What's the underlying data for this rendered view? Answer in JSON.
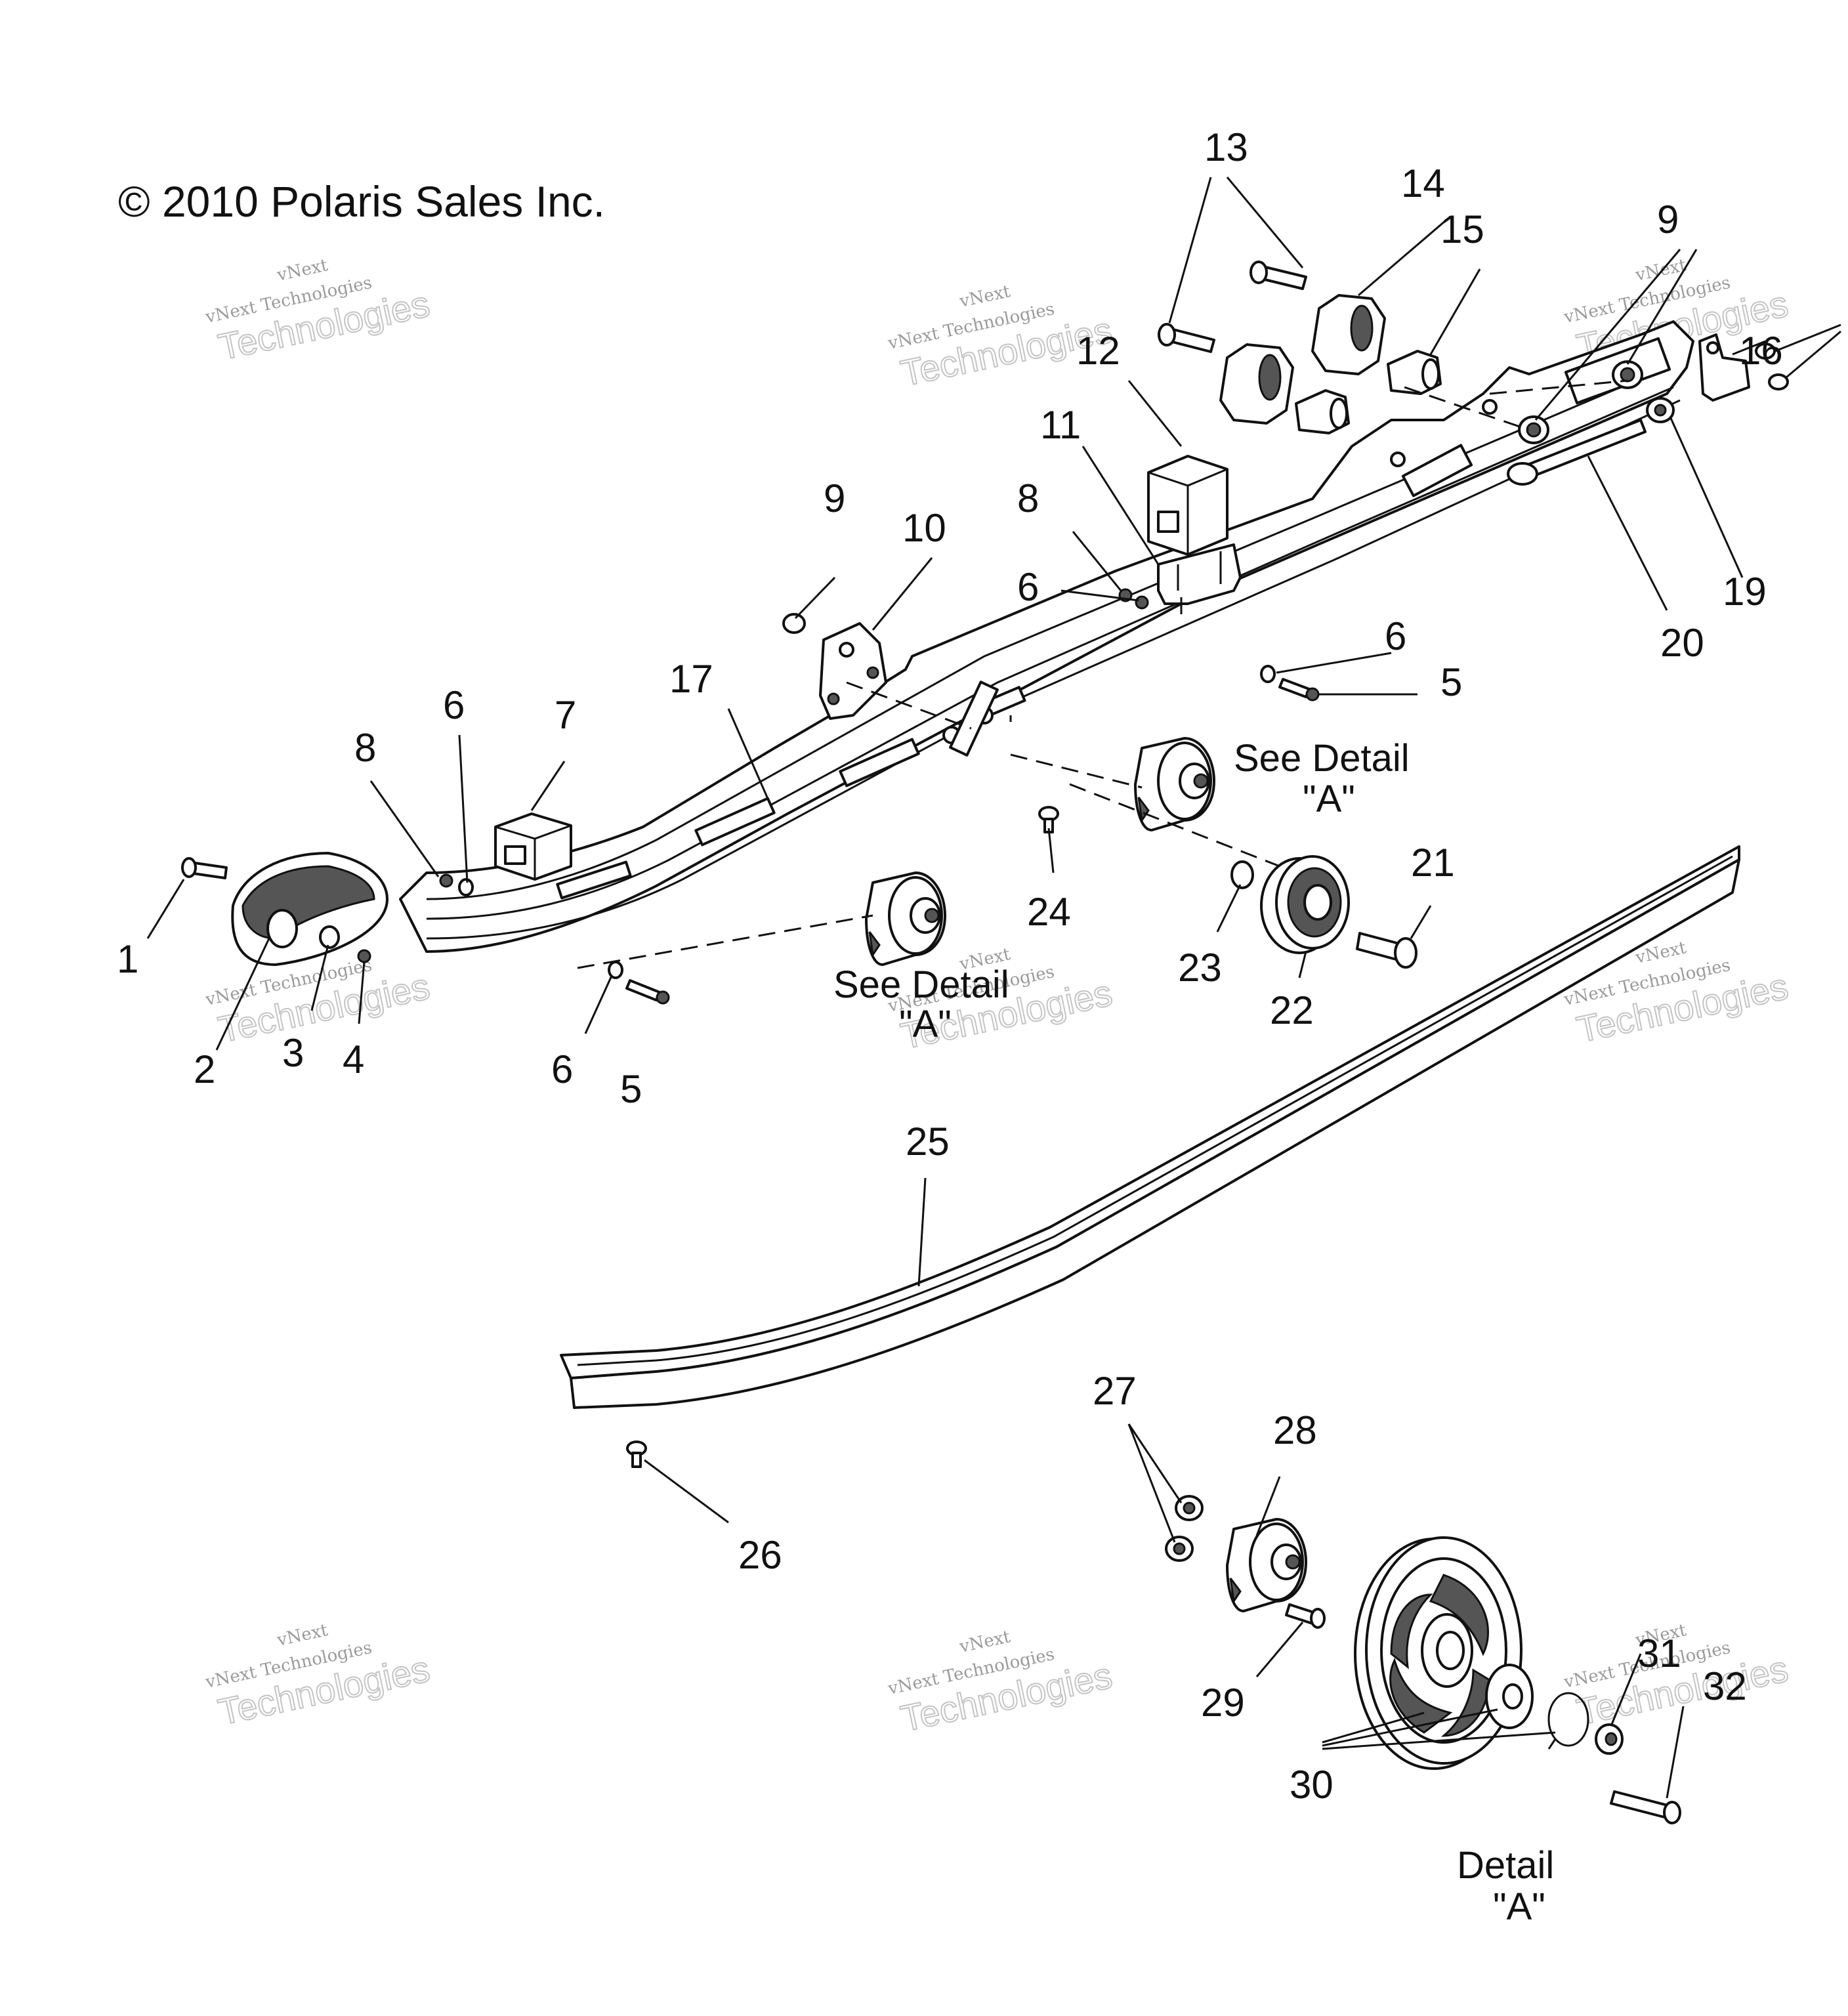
{
  "copyright": "© 2010 Polaris Sales Inc.",
  "watermark": {
    "line1": "vNext",
    "line2": "vNext Technologies",
    "line3": "Technologies"
  },
  "callouts": {
    "c1": "1",
    "c2": "2",
    "c3": "3",
    "c4": "4",
    "c5a": "5",
    "c5b": "5",
    "c6a": "6",
    "c6b": "6",
    "c6c": "6",
    "c6d": "6",
    "c7": "7",
    "c8a": "8",
    "c8b": "8",
    "c9a": "9",
    "c9b": "9",
    "c10": "10",
    "c11": "11",
    "c12": "12",
    "c13": "13",
    "c14": "14",
    "c15": "15",
    "c16": "16",
    "c17": "17",
    "c19": "19",
    "c20": "20",
    "c21": "21",
    "c22": "22",
    "c23": "23",
    "c24": "24",
    "c25": "25",
    "c26": "26",
    "c27": "27",
    "c28": "28",
    "c29": "29",
    "c30": "30",
    "c31": "31",
    "c32": "32"
  },
  "captions": {
    "see_detail_1": "See Detail",
    "see_detail_1_ref": "\"A\"",
    "see_detail_2": "See Detail",
    "see_detail_2_ref": "\"A\"",
    "detail": "Detail",
    "detail_ref": "\"A\""
  }
}
